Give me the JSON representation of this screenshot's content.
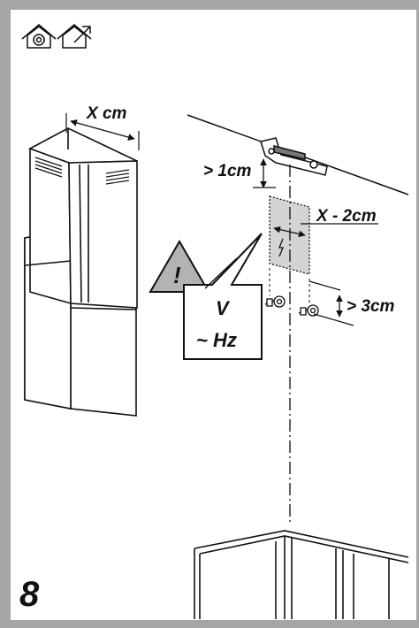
{
  "step_number": "8",
  "labels": {
    "width": "X cm",
    "ceiling_gap": "> 1cm",
    "plate_width": "X - 2cm",
    "screw_gap": "> 3cm",
    "warning_mark": "!",
    "voltage": "V",
    "frequency": "~ Hz"
  },
  "icons": [
    "recirculation-mode-icon",
    "ducted-exhaust-mode-icon",
    "warning-triangle-icon",
    "electrical-outlet-icon"
  ],
  "colors": {
    "border": "#a6a6a6",
    "warning_fill": "#b3b3b3",
    "plate_fill": "#d4d4d4"
  }
}
